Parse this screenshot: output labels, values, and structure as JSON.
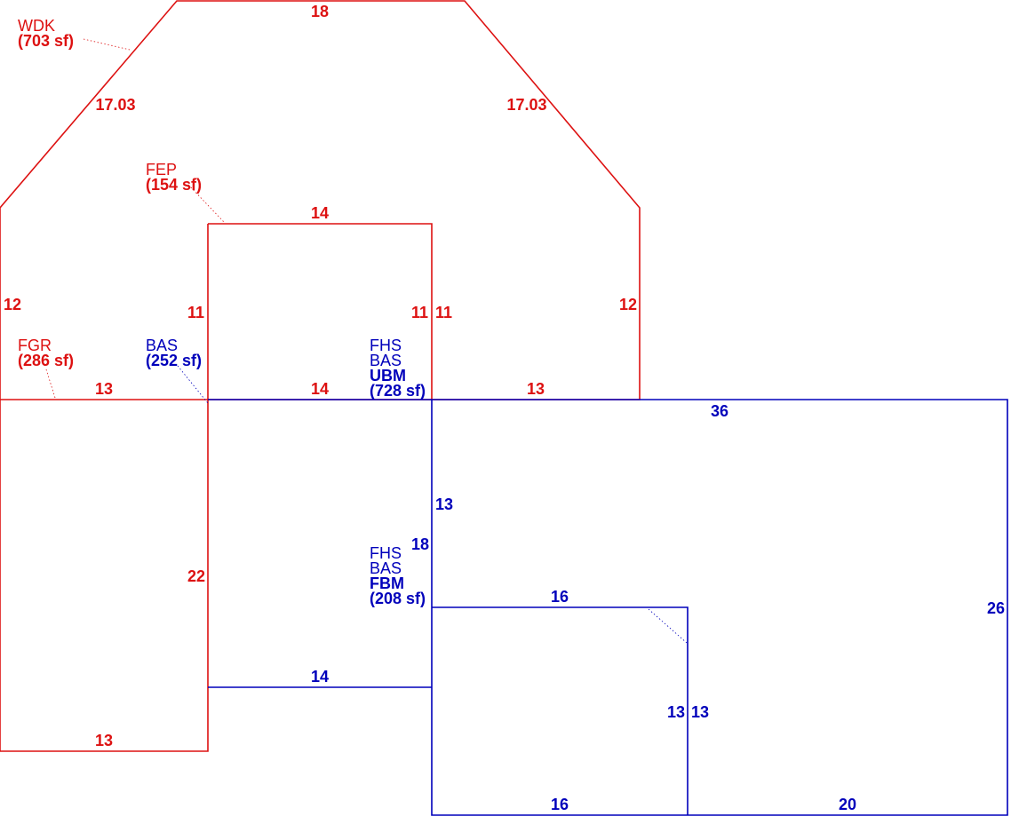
{
  "colors": {
    "exterior": "#dd1111",
    "living": "#0000bb"
  },
  "areas": {
    "wdk": {
      "code": "WDK",
      "size": "(703 sf)"
    },
    "fep": {
      "code": "FEP",
      "size": "(154 sf)"
    },
    "fgr": {
      "code": "FGR",
      "size": "(286 sf)"
    },
    "bas_small": {
      "code": "BAS",
      "size": "(252 sf)"
    },
    "upper": {
      "line1": "FHS",
      "line2": "BAS",
      "line3": "UBM",
      "size": "(728 sf)"
    },
    "lower": {
      "line1": "FHS",
      "line2": "BAS",
      "line3": "FBM",
      "size": "(208 sf)"
    }
  },
  "dimensions": {
    "wdk_top": "18",
    "wdk_left_diag": "17.03",
    "wdk_right_diag": "17.03",
    "wdk_left_side": "12",
    "wdk_right_side": "12",
    "wdk_bottom_left": "13",
    "wdk_bottom_right": "13",
    "fep_top": "14",
    "fep_left": "11",
    "fep_right_inner": "11",
    "fep_right_outer": "11",
    "fep_bottom": "14",
    "fgr_left_bottom": "13",
    "fgr_side": "22",
    "bas_bottom": "14",
    "bas_side": "18",
    "main_top": "36",
    "main_left": "13",
    "main_right": "26",
    "main_bottom": "20",
    "inner_top": "16",
    "inner_bottom": "16",
    "inner_right_inside": "13",
    "inner_right_outside": "13"
  }
}
